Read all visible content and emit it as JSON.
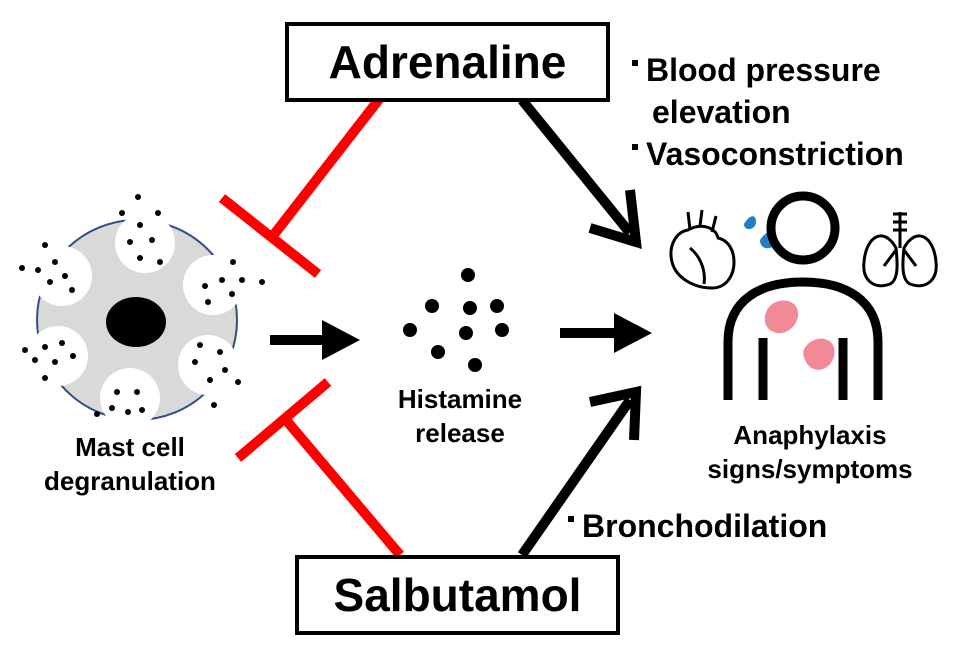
{
  "drugs": {
    "adrenaline": "Adrenaline",
    "salbutamol": "Salbutamol"
  },
  "labels": {
    "mast_cell_line1": "Mast cell",
    "mast_cell_line2": "degranulation",
    "histamine_line1": "Histamine",
    "histamine_line2": "release",
    "anaphylaxis_line1": "Anaphylaxis",
    "anaphylaxis_line2": "signs/symptoms"
  },
  "effects": {
    "adrenaline": [
      "Blood pressure",
      "elevation",
      "Vasoconstriction"
    ],
    "salbutamol": [
      "Bronchodilation"
    ]
  },
  "colors": {
    "inhibit": "#ff0000",
    "arrow": "#000000",
    "cell_fill": "#d9d9d9",
    "cell_border": "#2f4f7f",
    "patch": "#f28a96",
    "sweat": "#1f7fc9"
  },
  "icons": [
    "heart-icon",
    "lungs-icon",
    "sweat-drops-icon",
    "person-icon"
  ]
}
